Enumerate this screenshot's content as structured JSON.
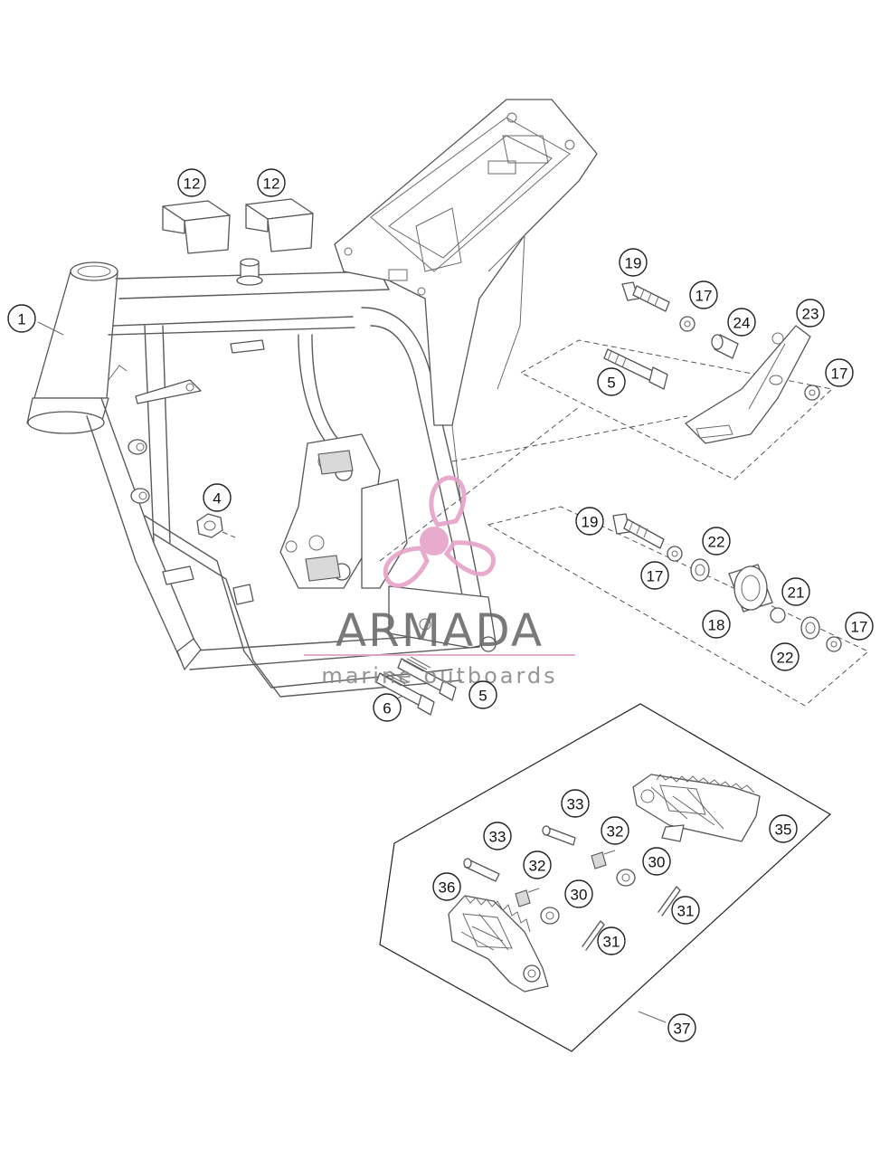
{
  "watermark": {
    "brand": "ARMADA",
    "tagline": "marine outboards",
    "logo_color": "#e6a3c8",
    "rule_color": "#e6a3c8"
  },
  "callouts": [
    {
      "id": "c1",
      "label": "1"
    },
    {
      "id": "c12a",
      "label": "12"
    },
    {
      "id": "c12b",
      "label": "12"
    },
    {
      "id": "c4",
      "label": "4"
    },
    {
      "id": "c5a",
      "label": "5"
    },
    {
      "id": "c6",
      "label": "6"
    },
    {
      "id": "c19a",
      "label": "19"
    },
    {
      "id": "c17a",
      "label": "17"
    },
    {
      "id": "c24",
      "label": "24"
    },
    {
      "id": "c23",
      "label": "23"
    },
    {
      "id": "c5b",
      "label": "5"
    },
    {
      "id": "c17b",
      "label": "17"
    },
    {
      "id": "c19b",
      "label": "19"
    },
    {
      "id": "c22a",
      "label": "22"
    },
    {
      "id": "c17c",
      "label": "17"
    },
    {
      "id": "c21",
      "label": "21"
    },
    {
      "id": "c18",
      "label": "18"
    },
    {
      "id": "c17d",
      "label": "17"
    },
    {
      "id": "c22b",
      "label": "22"
    },
    {
      "id": "c33a",
      "label": "33"
    },
    {
      "id": "c35",
      "label": "35"
    },
    {
      "id": "c33b",
      "label": "33"
    },
    {
      "id": "c32a",
      "label": "32"
    },
    {
      "id": "c30a",
      "label": "30"
    },
    {
      "id": "c32b",
      "label": "32"
    },
    {
      "id": "c36",
      "label": "36"
    },
    {
      "id": "c30b",
      "label": "30"
    },
    {
      "id": "c31a",
      "label": "31"
    },
    {
      "id": "c31b",
      "label": "31"
    },
    {
      "id": "c37",
      "label": "37"
    }
  ]
}
